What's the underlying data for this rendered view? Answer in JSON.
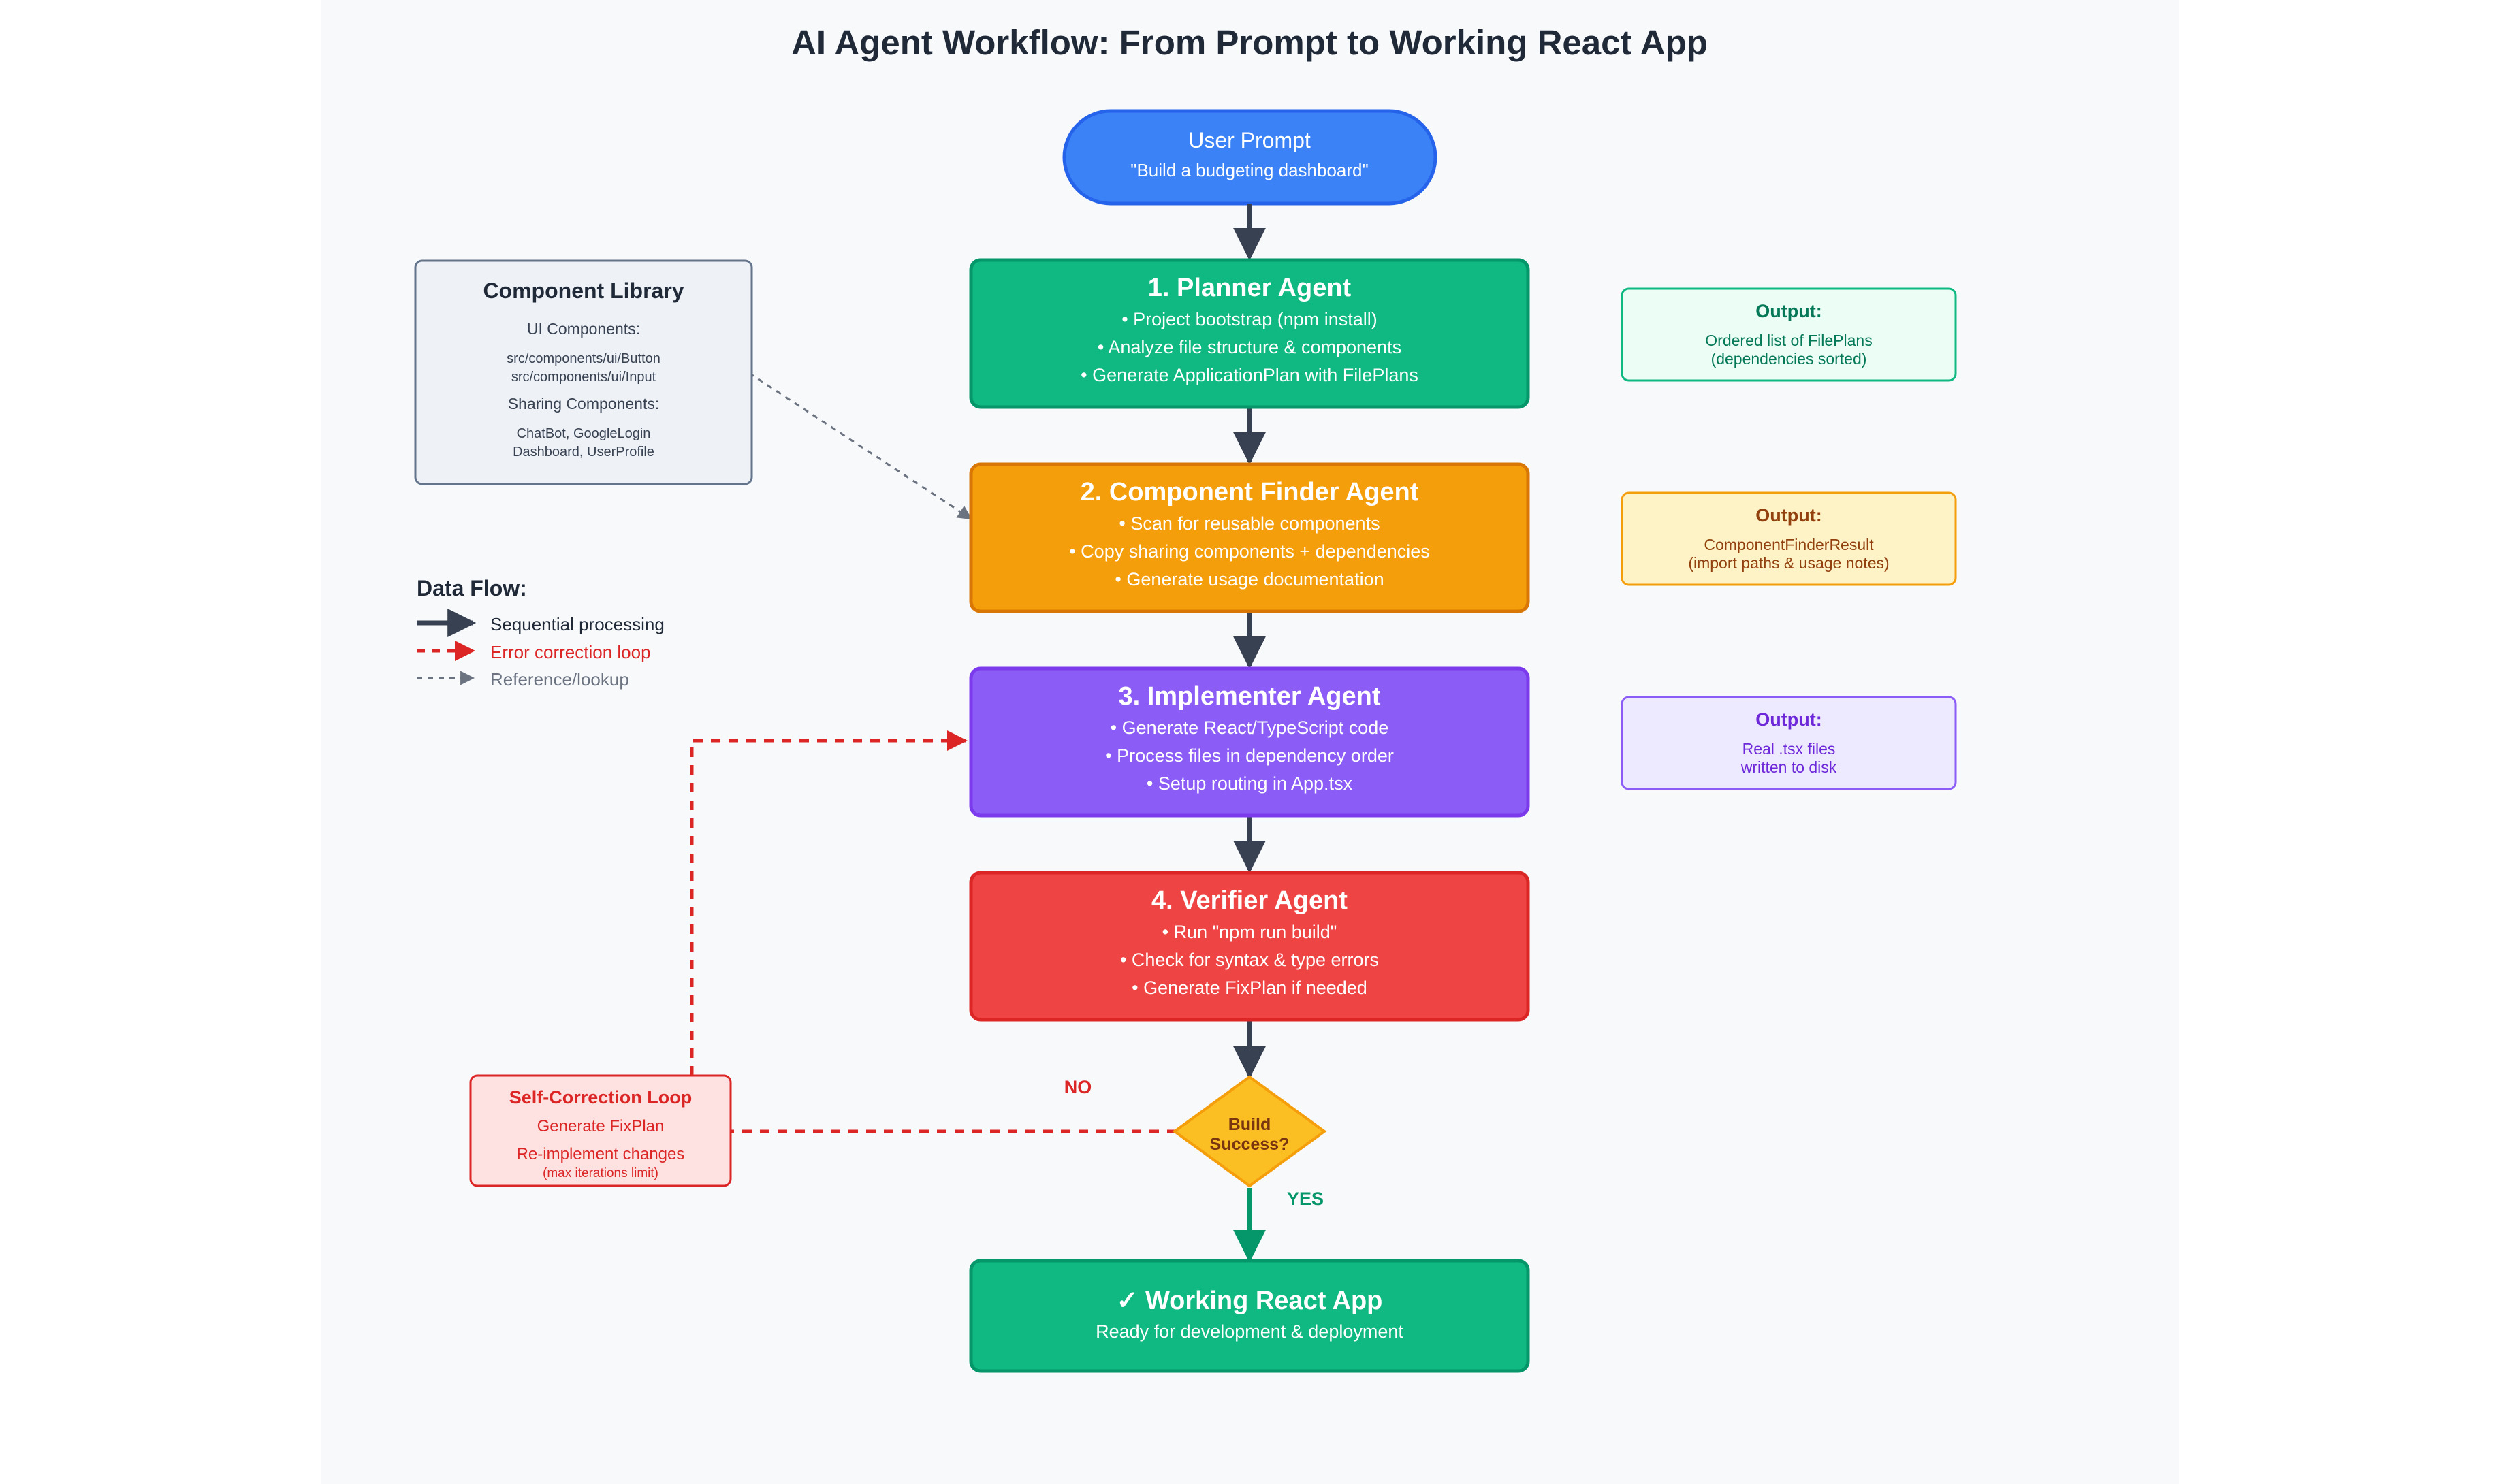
{
  "title": "AI Agent Workflow: From Prompt to Working React App",
  "prompt": {
    "title": "User Prompt",
    "text": "\"Build a budgeting dashboard\""
  },
  "agents": [
    {
      "title": "1. Planner Agent",
      "items": [
        "• Project bootstrap (npm install)",
        "• Analyze file structure & components",
        "• Generate ApplicationPlan with FilePlans"
      ],
      "color": "#10B981",
      "stroke": "#059669"
    },
    {
      "title": "2. Component Finder Agent",
      "items": [
        "• Scan for reusable components",
        "• Copy sharing components + dependencies",
        "• Generate usage documentation"
      ],
      "color": "#F59E0B",
      "stroke": "#D97706"
    },
    {
      "title": "3. Implementer Agent",
      "items": [
        "• Generate React/TypeScript code",
        "• Process files in dependency order",
        "• Setup routing in App.tsx"
      ],
      "color": "#8B5CF6",
      "stroke": "#7C3AED"
    },
    {
      "title": "4. Verifier Agent",
      "items": [
        "• Run \"npm run build\"",
        "• Check for syntax & type errors",
        "• Generate FixPlan if needed"
      ],
      "color": "#EF4444",
      "stroke": "#DC2626"
    }
  ],
  "outputs": [
    {
      "label": "Output:",
      "lines": [
        "Ordered list of FilePlans",
        "(dependencies sorted)"
      ],
      "fill": "#ECFDF5",
      "stroke": "#10B981",
      "text_color": "#047857"
    },
    {
      "label": "Output:",
      "lines": [
        "ComponentFinderResult",
        "(import paths & usage notes)"
      ],
      "fill": "#FEF3C7",
      "stroke": "#F59E0B",
      "text_color": "#92400E"
    },
    {
      "label": "Output:",
      "lines": [
        "Real .tsx files",
        "written to disk"
      ],
      "fill": "#EDE9FE",
      "stroke": "#8B5CF6",
      "text_color": "#6D28D9"
    }
  ],
  "library": {
    "title": "Component Library",
    "ui_heading": "UI Components:",
    "ui_items": [
      "src/components/ui/Button",
      "src/components/ui/Input"
    ],
    "sharing_heading": "Sharing Components:",
    "sharing_items": [
      "ChatBot, GoogleLogin",
      "Dashboard, UserProfile"
    ]
  },
  "legend": {
    "title": "Data Flow:",
    "items": [
      {
        "label": "Sequential processing",
        "kind": "solid",
        "color": "#374151"
      },
      {
        "label": "Error correction loop",
        "kind": "dashed",
        "color": "#DC2626"
      },
      {
        "label": "Reference/lookup",
        "kind": "dotted",
        "color": "#6B7280"
      }
    ]
  },
  "decision": {
    "line1": "Build",
    "line2": "Success?",
    "no": "NO",
    "yes": "YES"
  },
  "loop": {
    "title": "Self-Correction Loop",
    "line1": "Generate FixPlan",
    "line2": "Re-implement changes",
    "line3": "(max iterations limit)"
  },
  "final": {
    "title": "✓ Working React App",
    "subtitle": "Ready for development & deployment"
  },
  "colors": {
    "background": "#F8F9FB",
    "title": "#1F2937",
    "arrow": "#374151",
    "loop": "#DC2626",
    "success": "#059669"
  }
}
